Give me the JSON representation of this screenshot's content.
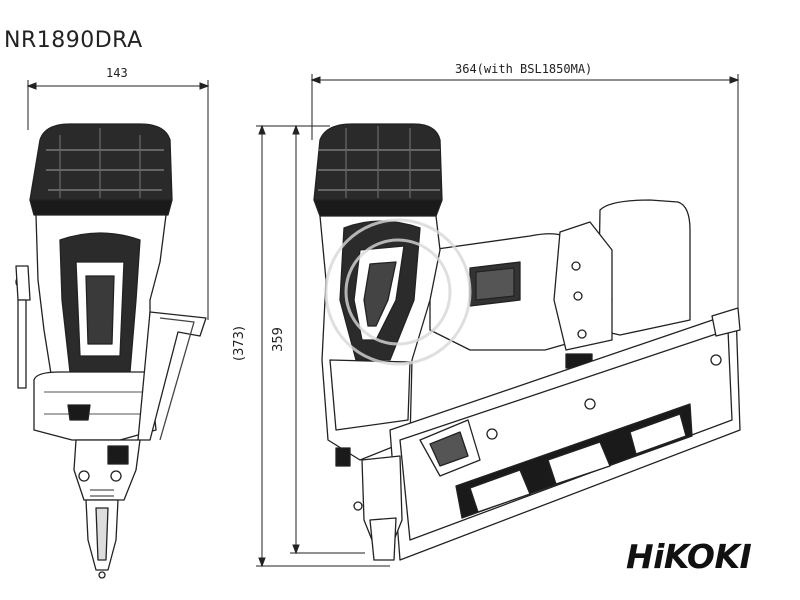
{
  "model": "NR1890DRA",
  "dimensions": {
    "front_width": "143",
    "side_length": "364(with BSL1850MA)",
    "height_with_nail": "(373)",
    "height": "359"
  },
  "brand": "HiKOKI",
  "colors": {
    "line": "#222222",
    "body_dark": "#1a1a1a",
    "watermark": "#d8d8d8"
  }
}
